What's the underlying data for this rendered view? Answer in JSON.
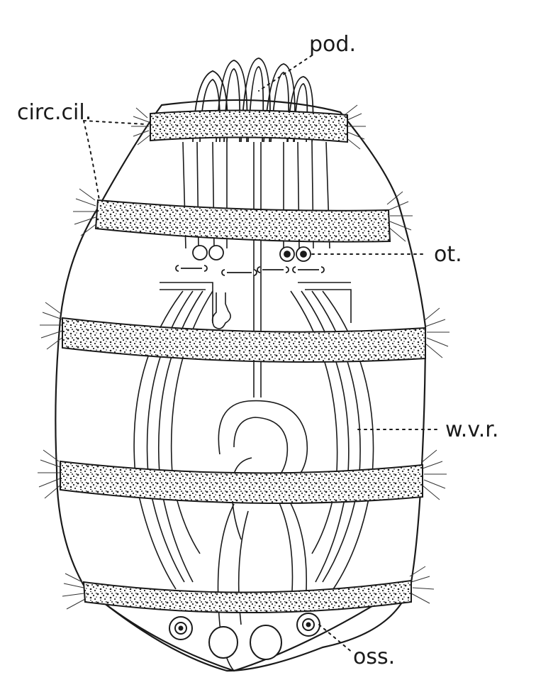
{
  "labels": {
    "pod": "pod.",
    "circ_cil": "circ.cil.",
    "ot": "ot.",
    "wvr": "w.v.r.",
    "oss": "oss."
  },
  "colors": {
    "ink": "#1a1a1a",
    "paper": "#ffffff",
    "band_fill": "#d4d4d4"
  }
}
